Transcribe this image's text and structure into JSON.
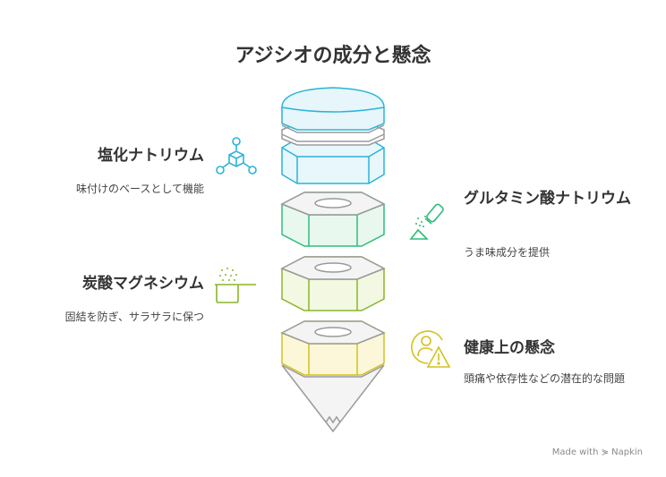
{
  "title": "アジシオの成分と懸念",
  "items": [
    {
      "label": "塩化ナトリウム",
      "desc": "味付けのベースとして機能",
      "color": "#2bb3d9",
      "icon": "molecule-icon"
    },
    {
      "label": "グルタミン酸ナトリウム",
      "desc": "うま味成分を提供",
      "color": "#2ebd77",
      "icon": "salt-shaker-icon"
    },
    {
      "label": "炭酸マグネシウム",
      "desc": "固結を防ぎ、サラサラに保つ",
      "color": "#8ab62a",
      "icon": "measuring-scoop-icon"
    },
    {
      "label": "健康上の懸念",
      "desc": "頭痛や依存性などの潜在的な問題",
      "color": "#d4c020",
      "icon": "user-warning-icon"
    }
  ],
  "footer": "Made with ⋟ Napkin"
}
